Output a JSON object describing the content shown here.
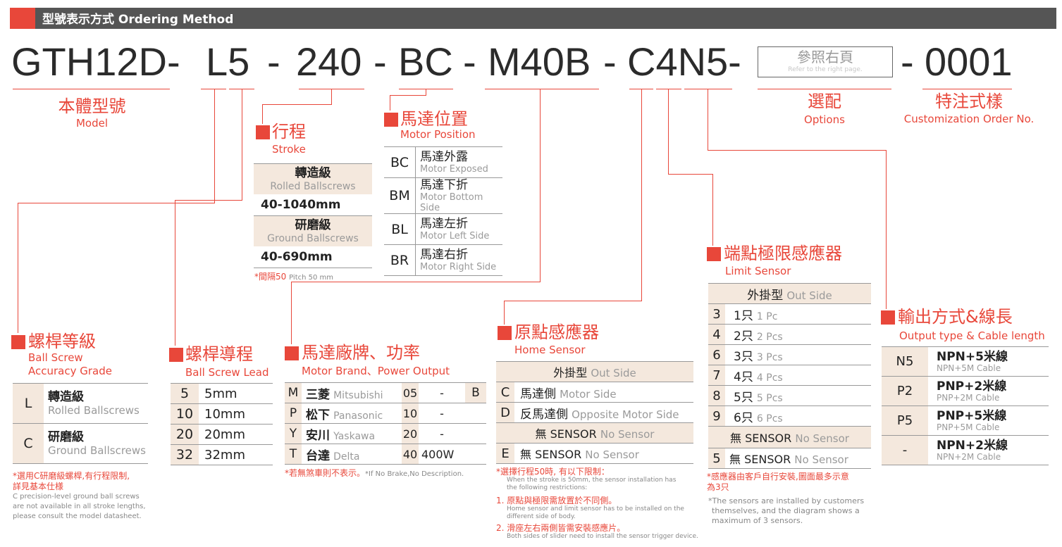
{
  "header": {
    "title": "型號表示方式 Ordering Method"
  },
  "code": {
    "p1": "GTH12D-",
    "p2": "L5",
    "d1": "-",
    "p3": "240",
    "d2": "-",
    "p4": "BC",
    "d3": "-",
    "p5": "M40B",
    "d4": "-",
    "p6": "C4N5-",
    "p7": "-",
    "p8": "0001"
  },
  "ref": {
    "cn": "參照右頁",
    "en": "Refer to the right page."
  },
  "model": {
    "cn": "本體型號",
    "en": "Model"
  },
  "options": {
    "cn": "選配",
    "en": "Options"
  },
  "custom": {
    "cn": "特注式樣",
    "en": "Customization Order No."
  },
  "stroke": {
    "cn": "行程",
    "en": "Stroke",
    "rows": [
      {
        "cn": "轉造級",
        "en": "Rolled Ballscrews",
        "val": "40-1040mm"
      },
      {
        "cn": "研磨級",
        "en": "Ground Ballscrews",
        "val": "40-690mm"
      }
    ],
    "note_cn": "*間隔50",
    "note_en": "Pitch 50 mm"
  },
  "motor_pos": {
    "cn": "馬達位置",
    "en": "Motor Position",
    "rows": [
      {
        "k": "BC",
        "cn": "馬達外露",
        "en": "Motor Exposed"
      },
      {
        "k": "BM",
        "cn": "馬達下折",
        "en": "Motor Bottom Side"
      },
      {
        "k": "BL",
        "cn": "馬達左折",
        "en": "Motor Left Side"
      },
      {
        "k": "BR",
        "cn": "馬達右折",
        "en": "Motor Right Side"
      }
    ]
  },
  "accuracy": {
    "cn": "螺桿等級",
    "en1": "Ball Screw",
    "en2": "Accuracy Grade",
    "rows": [
      {
        "k": "L",
        "cn": "轉造級",
        "en": "Rolled Ballscrews"
      },
      {
        "k": "C",
        "cn": "研磨級",
        "en": "Ground Ballscrews"
      }
    ],
    "note_cn1": "*選用C研磨級螺桿,有行程限制,",
    "note_cn2": "詳見基本仕様",
    "note_en1": "C precision-level ground ball screws",
    "note_en2": "are not available in all stroke lengths,",
    "note_en3": "please consult the model datasheet."
  },
  "lead": {
    "cn": "螺桿導程",
    "en": "Ball Screw Lead",
    "rows": [
      {
        "k": "5",
        "v": "5mm"
      },
      {
        "k": "10",
        "v": "10mm"
      },
      {
        "k": "20",
        "v": "20mm"
      },
      {
        "k": "32",
        "v": "32mm"
      }
    ]
  },
  "brand": {
    "cn": "馬達廠牌、功率",
    "en": "Motor Brand、Power Output",
    "rows": [
      {
        "k": "M",
        "cn": "三菱",
        "en": "Mitsubishi",
        "p": "05",
        "d": "-",
        "b": "B"
      },
      {
        "k": "P",
        "cn": "松下",
        "en": "Panasonic",
        "p": "10",
        "d": "-"
      },
      {
        "k": "Y",
        "cn": "安川",
        "en": "Yaskawa",
        "p": "20",
        "d": "-"
      },
      {
        "k": "T",
        "cn": "台達",
        "en": "Delta",
        "p": "40",
        "d": "400W"
      }
    ],
    "note_cn": "*若無煞車則不表示。",
    "note_en": "*If No Brake,No Description."
  },
  "home": {
    "cn": "原點感應器",
    "en": "Home Sensor",
    "head_cn": "外掛型",
    "head_en": "Out Side",
    "rows": [
      {
        "k": "C",
        "cn": "馬達側",
        "en": "Motor Side"
      },
      {
        "k": "D",
        "cn": "反馬達側",
        "en": "Opposite Motor Side"
      }
    ],
    "nos_cn": "無 SENSOR",
    "nos_en": "No Sensor",
    "e_k": "E",
    "e_cn": "無  SENSOR",
    "e_en": "No Sensor",
    "note1": "*選擇行程50時, 有以下限制：",
    "note1_en1": "When the stroke is 50mm, the sensor installation has",
    "note1_en2": "the following restrictions:",
    "note2": "1. 原點與極限需放置於不同側。",
    "note2_en1": "Home sensor and limit sensor has to be installed on the",
    "note2_en2": "different side of body.",
    "note3": "2. 滑座左右兩側皆需安裝感應片。",
    "note3_en": "Both sides of slider need to install the sensor trigger device."
  },
  "limit": {
    "cn": "端點極限感應器",
    "en": "Limit Sensor",
    "head_cn": "外掛型",
    "head_en": "Out Side",
    "rows": [
      {
        "k": "3",
        "cn": "1只",
        "en": "1 Pc"
      },
      {
        "k": "4",
        "cn": "2只",
        "en": "2 Pcs"
      },
      {
        "k": "6",
        "cn": "3只",
        "en": "3 Pcs"
      },
      {
        "k": "7",
        "cn": "4只",
        "en": "4 Pcs"
      },
      {
        "k": "8",
        "cn": "5只",
        "en": "5 Pcs"
      },
      {
        "k": "9",
        "cn": "6只",
        "en": "6 Pcs"
      }
    ],
    "nos_cn": "無 SENSOR",
    "nos_en": "No Sensor",
    "f_k": "5",
    "f_cn": "無 SENSOR",
    "f_en": "No Sensor",
    "note_cn1": "*感應器由客戶自行安裝,圖面最多示意",
    "note_cn2": "為3只",
    "note_en1": "*The sensors are installed by customers",
    "note_en2": "themselves, and the diagram shows a",
    "note_en3": "maximum of 3 sensors."
  },
  "output": {
    "cn": "輸出方式&線長",
    "en": "Output type & Cable length",
    "rows": [
      {
        "k": "N5",
        "cn": "NPN+5米線",
        "en": "NPN+5M Cable"
      },
      {
        "k": "P2",
        "cn": "PNP+2米線",
        "en": "PNP+2M Cable"
      },
      {
        "k": "P5",
        "cn": "PNP+5米線",
        "en": "PNP+5M Cable"
      },
      {
        "k": "-",
        "cn": "NPN+2米線",
        "en": "NPN+2M Cable"
      }
    ]
  }
}
